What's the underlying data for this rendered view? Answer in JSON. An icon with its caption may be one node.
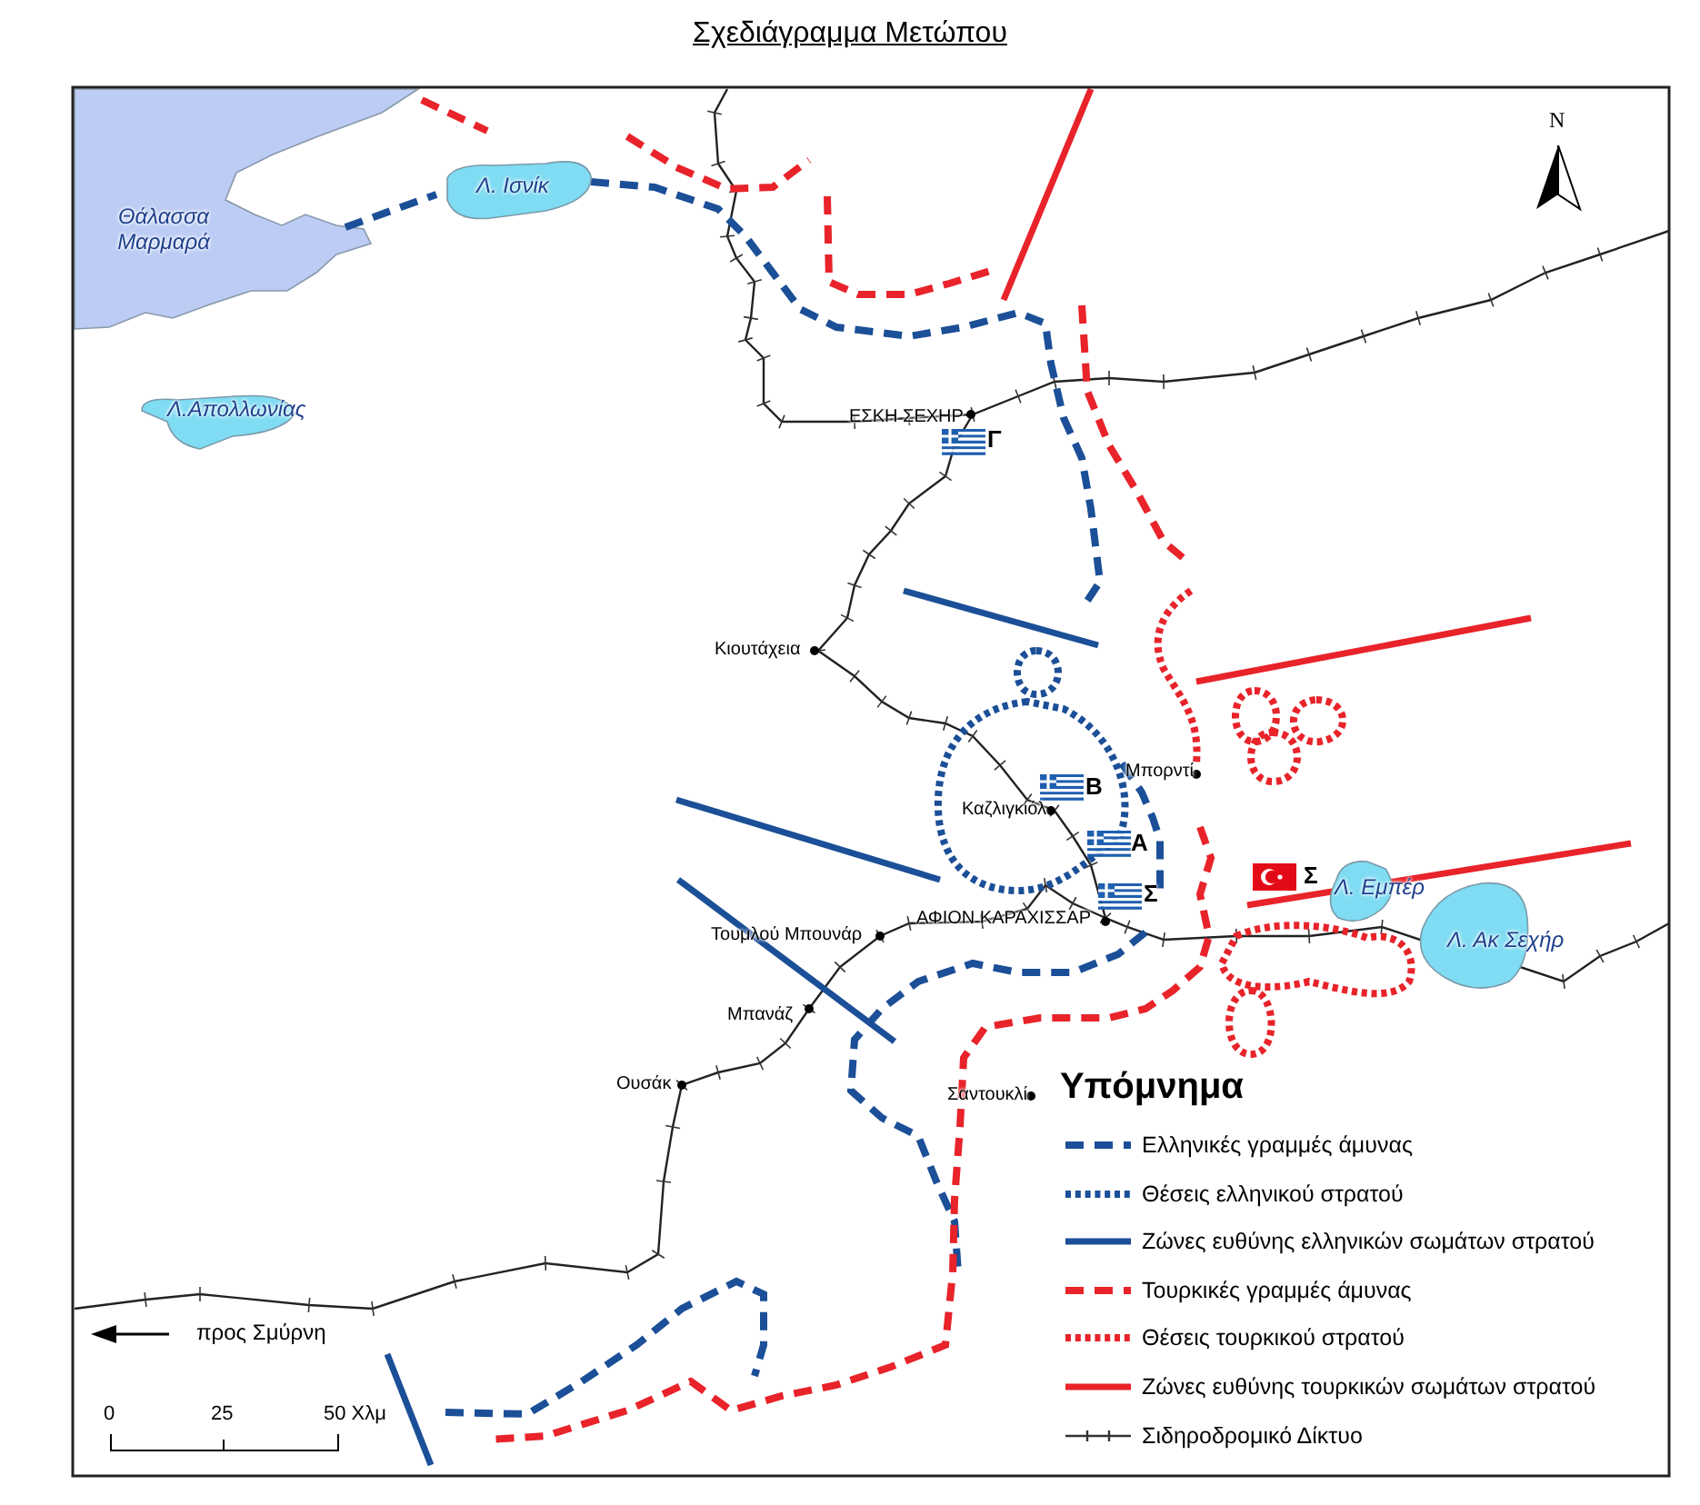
{
  "diagram": {
    "title": "Σχεδιάγραμμα Μετώπου",
    "labels": [
      "Θάλασσα Μαρμαρά",
      "Λ. Ισνίκ",
      "Λ.Απολλωνίας",
      "ΕΣΚΗ ΣΕΧΗΡ",
      "Γ",
      "Κιουτάχεια",
      "Β",
      "Μπορντί",
      "Καζλιγκιόλ",
      "Α",
      "Σ",
      "Σ",
      "Λ. Εμπέρ",
      "ΑΦΙΟΝ ΚΑΡΑΧΙΣΣΑΡ",
      "Τουμλού Μπουνάρ",
      "Λ. Ακ Σεχήρ",
      "Μπανάζ",
      "Σαντουκλί",
      "Ουσάκ",
      "Υπόμνημα",
      "προς Σμύρνη",
      "0",
      "25",
      "50 Χλμ",
      "N"
    ],
    "legend": [
      {
        "text": "Ελληνικές γραμμές άμυνας"
      },
      {
        "text": "Θέσεις ελληνικού στρατού"
      },
      {
        "text": "Ζώνες ευθύνης ελληνικών σωμάτων στρατού"
      },
      {
        "text": "Τουρκικές γραμμές άμυνας"
      },
      {
        "text": "Θέσεις τουρκικού στρατού"
      },
      {
        "text": "Ζώνες ευθύνης τουρκικών σωμάτων στρατού"
      },
      {
        "text": "Σιδηροδρομικό Δίκτυο"
      }
    ]
  }
}
